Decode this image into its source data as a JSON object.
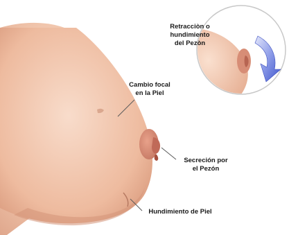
{
  "labels": {
    "retraction": {
      "line1": "Retracciòn o",
      "line2": "hundimiento",
      "line3": "del Pezòn"
    },
    "focal_change": {
      "line1": "Cambio focal",
      "line2": "en la Piel"
    },
    "secretion": {
      "line1": "Secreción por",
      "line2": "el Pezón"
    },
    "skin_dimpling": {
      "line1": "Hundimiento de Piel"
    }
  },
  "colors": {
    "skin_light": "#f6d7c3",
    "skin_mid": "#eab79b",
    "skin_shadow": "#cf9278",
    "areola": "#d98d78",
    "nipple": "#c97462",
    "arrow_blue": "#5b6fd8",
    "leader_line": "#5a5a5a"
  }
}
